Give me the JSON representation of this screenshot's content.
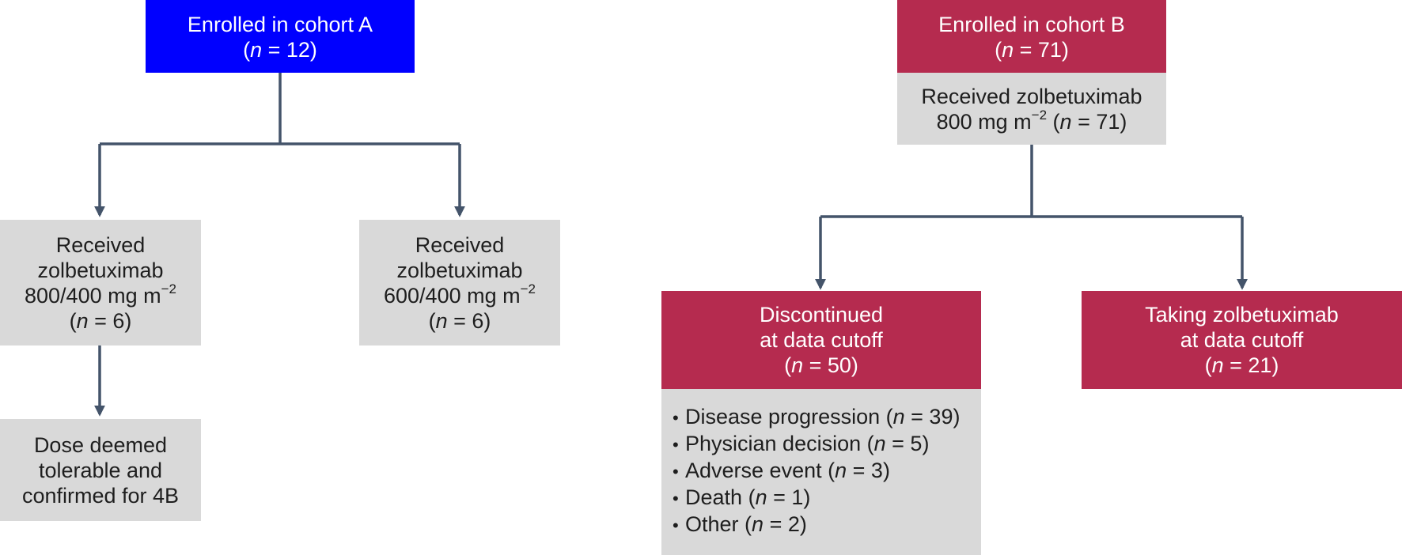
{
  "cohort_a": {
    "enrolled": {
      "title": "Enrolled in cohort A",
      "n_var": "n",
      "n_text": " = 12"
    },
    "arm_800": {
      "l1": "Received",
      "l2": "zolbetuximab",
      "dose": "800/400 mg m",
      "exp": "−2",
      "n_var": "n",
      "n_text": " = 6"
    },
    "arm_600": {
      "l1": "Received",
      "l2": "zolbetuximab",
      "dose": "600/400 mg m",
      "exp": "−2",
      "n_var": "n",
      "n_text": " = 6"
    },
    "outcome": {
      "l1": "Dose deemed",
      "l2": "tolerable and",
      "l3": "confirmed for 4B"
    }
  },
  "cohort_b": {
    "enrolled": {
      "title": "Enrolled in cohort B",
      "n_var": "n",
      "n_text": " = 71"
    },
    "received": {
      "l1": "Received zolbetuximab",
      "dose": "800 mg m",
      "exp": "−2",
      "n_var": "n",
      "n_text": " = 71"
    },
    "discontinued": {
      "l1": "Discontinued",
      "l2": "at data cutoff",
      "n_var": "n",
      "n_text": " = 50"
    },
    "taking": {
      "l1": "Taking zolbetuximab",
      "l2": "at data cutoff",
      "n_var": "n",
      "n_text": " = 21"
    },
    "reasons": [
      {
        "label": "Disease progression",
        "n_var": "n",
        "n_text": " = 39"
      },
      {
        "label": "Physician decision",
        "n_var": "n",
        "n_text": " = 5"
      },
      {
        "label": "Adverse event",
        "n_var": "n",
        "n_text": " = 3"
      },
      {
        "label": "Death",
        "n_var": "n",
        "n_text": " = 1"
      },
      {
        "label": "Other",
        "n_var": "n",
        "n_text": " = 2"
      }
    ],
    "bullet": "•"
  },
  "colors": {
    "cohort_a_header": "#0000ff",
    "cohort_b_header": "#b52b4f",
    "neutral_box": "#d9d9d9",
    "connector": "#44546a"
  }
}
